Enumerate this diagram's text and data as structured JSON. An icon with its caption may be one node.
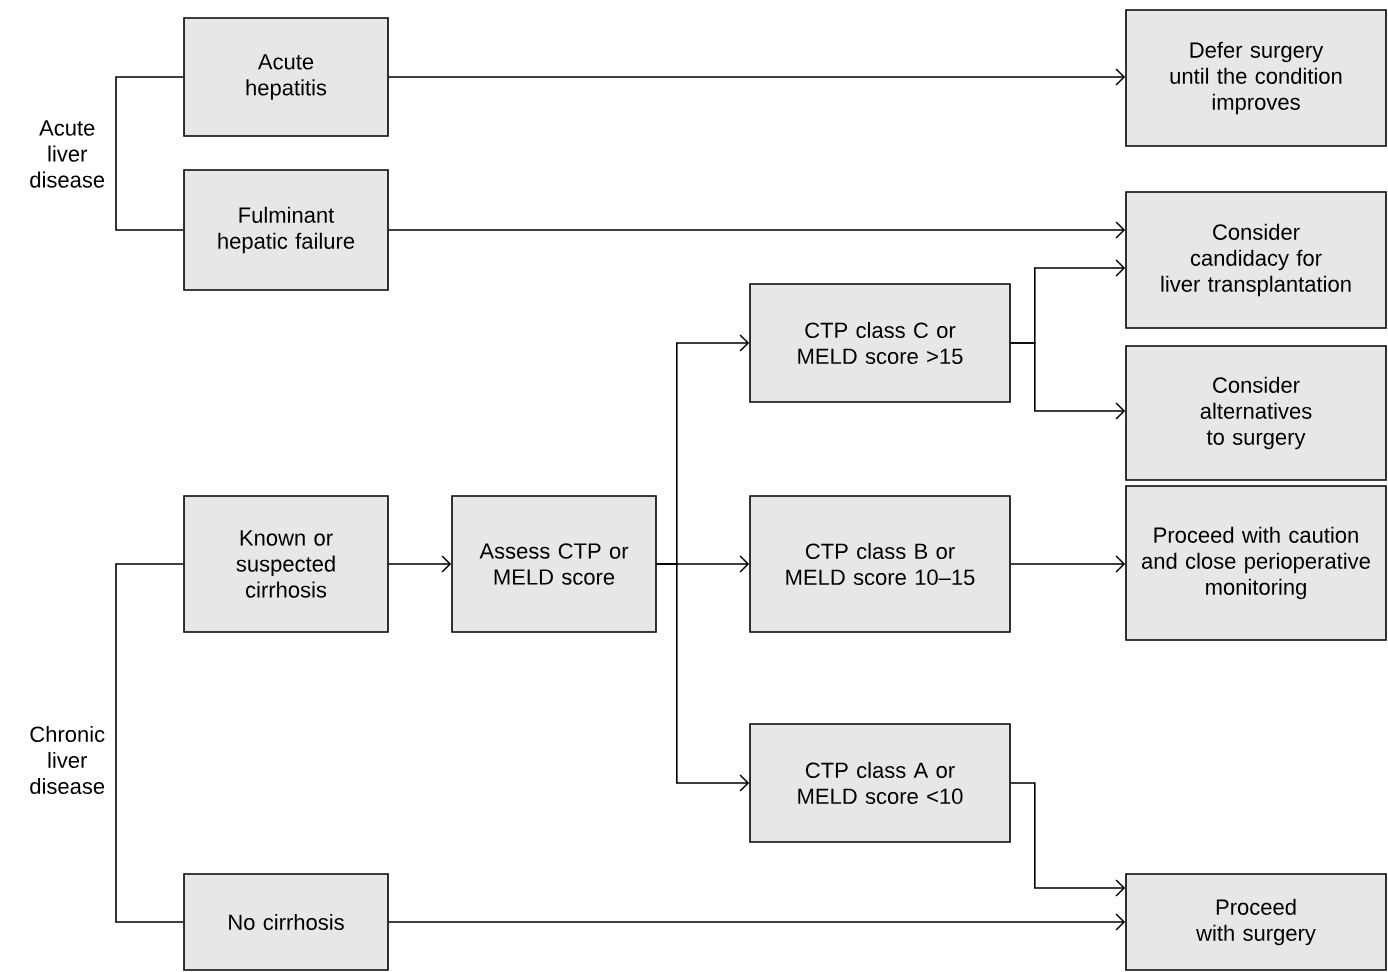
{
  "diagram": {
    "nodes": [
      {
        "text": [
          "Acute liver disease"
        ]
      },
      {
        "text": [
          "Acute hepatitis"
        ]
      },
      {
        "text": [
          "Fulminant hepatic failure"
        ]
      },
      {
        "text": [
          "Defer surgery until the condition improves"
        ]
      },
      {
        "text": [
          "Consider candidacy for liver transplantation"
        ]
      },
      {
        "text": [
          "CTP class C or MELD score >15"
        ]
      },
      {
        "text": [
          "Consider alternatives to surgery"
        ]
      },
      {
        "text": [
          "Chronic liver disease"
        ]
      },
      {
        "text": [
          "Known or suspected cirrhosis"
        ]
      },
      {
        "text": [
          "Assess CTP or MELD score"
        ]
      },
      {
        "text": [
          "CTP class B or MELD score 10–15"
        ]
      },
      {
        "text": [
          "Proceed with caution and close perioperative monitoring"
        ]
      },
      {
        "text": [
          "CTP class A or MELD score <10"
        ]
      },
      {
        "text": [
          "No cirrhosis"
        ]
      },
      {
        "text": [
          "Proceed with surgery"
        ]
      }
    ],
    "edges": [
      {
        "from": 0,
        "to": 1,
        "arrow": "none"
      },
      {
        "from": 0,
        "to": 2,
        "arrow": "none"
      },
      {
        "from": 1,
        "to": 3,
        "arrow": "to"
      },
      {
        "from": 2,
        "to": 4,
        "arrow": "to"
      },
      {
        "from": 5,
        "to": 4,
        "arrow": "to"
      },
      {
        "from": 5,
        "to": 6,
        "arrow": "to"
      },
      {
        "from": 7,
        "to": 8,
        "arrow": "none"
      },
      {
        "from": 7,
        "to": 13,
        "arrow": "none"
      },
      {
        "from": 8,
        "to": 9,
        "arrow": "to"
      },
      {
        "from": 9,
        "to": 5,
        "arrow": "to"
      },
      {
        "from": 9,
        "to": 10,
        "arrow": "to"
      },
      {
        "from": 9,
        "to": 12,
        "arrow": "to"
      },
      {
        "from": 10,
        "to": 11,
        "arrow": "to"
      },
      {
        "from": 12,
        "to": 14,
        "arrow": "to"
      },
      {
        "from": 13,
        "to": 14,
        "arrow": "to"
      }
    ]
  }
}
